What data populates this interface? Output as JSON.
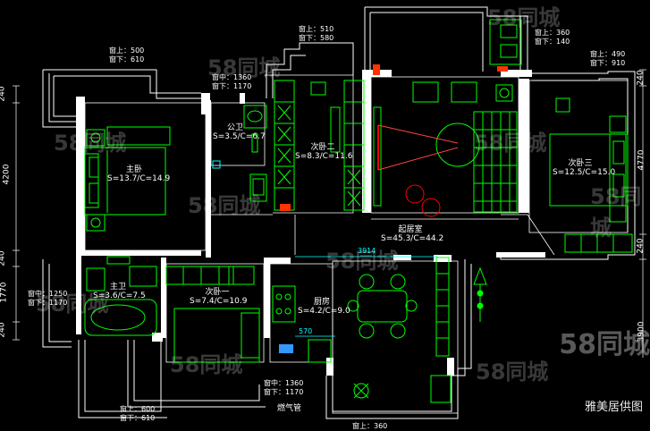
{
  "rooms": [
    {
      "name": "主卧",
      "area": "S=13.7/C=14.9"
    },
    {
      "name": "公卫",
      "area": "S=3.5/C=6.7"
    },
    {
      "name": "次卧二",
      "area": "S=8.3/C=11.6"
    },
    {
      "name": "起居室",
      "area": "S=45.3/C=44.2"
    },
    {
      "name": "次卧三",
      "area": "S=12.5/C=15.0"
    },
    {
      "name": "主卫",
      "area": "S=3.6/C=7.5"
    },
    {
      "name": "次卧一",
      "area": "S=7.4/C=10.9"
    },
    {
      "name": "厨房",
      "area": "S=4.2/C=9.0"
    }
  ],
  "window_notes": [
    {
      "l1": "窗上：500",
      "l2": "窗下：610"
    },
    {
      "l1": "窗中：1360",
      "l2": "窗下：1170"
    },
    {
      "l1": "窗上：510",
      "l2": "窗下：580"
    },
    {
      "l1": "窗上：360",
      "l2": "窗下：140"
    },
    {
      "l1": "窗上：490",
      "l2": "窗下：910"
    },
    {
      "l1": "窗中：1250",
      "l2": "窗下：1170"
    },
    {
      "l1": "窗中：1360",
      "l2": "窗下：1170"
    },
    {
      "l1": "窗上：600",
      "l2": "窗下：610"
    },
    {
      "l1": "窗上：360",
      "l2": ""
    }
  ],
  "left_dims": [
    "240",
    "4200",
    "240",
    "1770",
    "240"
  ],
  "right_dims": [
    "240",
    "4770",
    "240",
    "3900"
  ],
  "inner_dims": [
    "3914",
    "570"
  ],
  "gas_label": "燃气管",
  "watermark": "58同城",
  "brand": "雅美居供图",
  "colors": {
    "wall": "#ffffff",
    "furniture": "#00ff00",
    "red": "#ff0000",
    "yellow": "#ffff00",
    "text": "#ffffff",
    "cyan": "#00ffff"
  }
}
